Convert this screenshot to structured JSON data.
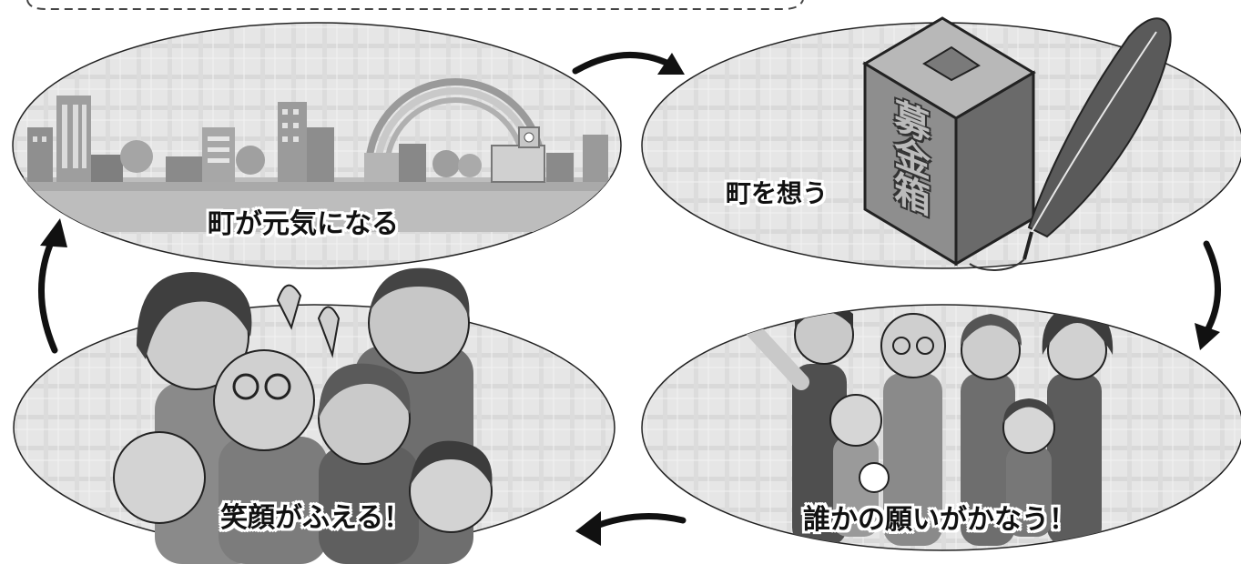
{
  "stages": [
    {
      "id": "town",
      "label": "町が元気になる"
    },
    {
      "id": "think",
      "label": "町を想う"
    },
    {
      "id": "wish",
      "label": "誰かの願いがかなう！"
    },
    {
      "id": "smile",
      "label": "笑顔がふえる！"
    }
  ],
  "donation_box": {
    "text": "募金箱"
  },
  "colors": {
    "ellipse_fill": "#e4e4e4",
    "ellipse_stroke": "#222222",
    "arrow": "#111111",
    "figure_dark": "#5a5a5a",
    "figure_mid": "#8c8c8c",
    "figure_light": "#c8c8c8"
  }
}
